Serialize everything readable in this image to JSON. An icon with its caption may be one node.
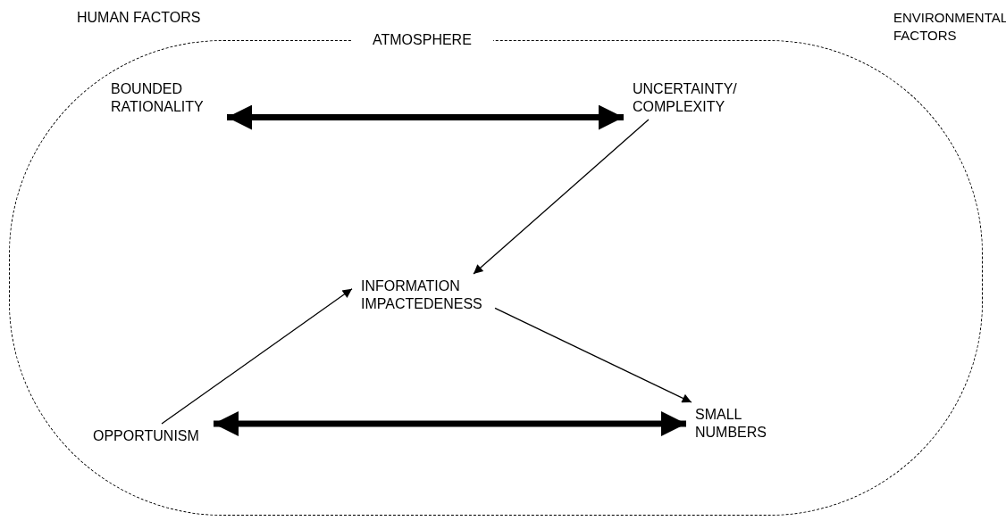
{
  "diagram": {
    "nodes": [
      {
        "text": [
          "ATMOSPHERE"
        ]
      },
      {
        "text": [
          "BOUNDED RATIONALITY"
        ],
        "in": 0
      },
      {
        "text": [
          "UNCERTAINTY/ COMPLEXITY"
        ],
        "in": 0
      },
      {
        "text": [
          "INFORMATION IMPACTEDENESS"
        ],
        "in": 0
      },
      {
        "text": [
          "OPPORTUNISM"
        ],
        "in": 0
      },
      {
        "text": [
          "SMALL NUMBERS"
        ],
        "in": 0
      }
    ],
    "edges": [
      {
        "from": 1,
        "to": 2,
        "arrow": "both",
        "style": "thick"
      },
      {
        "from": 2,
        "to": 3,
        "arrow": "to"
      },
      {
        "from": 4,
        "to": 3,
        "arrow": "to"
      },
      {
        "from": 3,
        "to": 5,
        "arrow": "to"
      },
      {
        "from": 4,
        "to": 5,
        "arrow": "both",
        "style": "thick"
      }
    ],
    "labels": [
      "HUMAN FACTORS",
      "ENVIRONMENTAL FACTORS"
    ]
  }
}
